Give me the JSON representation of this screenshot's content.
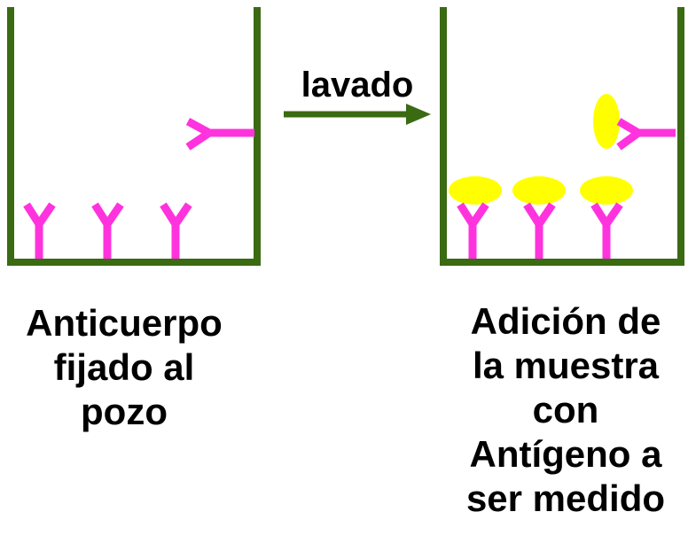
{
  "arrow": {
    "label": "lavado"
  },
  "wells": {
    "left": {
      "caption_lines": [
        "Anticuerpo",
        "fijado al",
        "pozo"
      ]
    },
    "right": {
      "caption_lines": [
        "Adición de",
        "la muestra",
        "con",
        "Antígeno a",
        "ser medido"
      ]
    }
  },
  "colors": {
    "well": "#3a6a12",
    "antibody": "#ff33dd",
    "antigen": "#ffff00",
    "arrow": "#3a6a12",
    "text": "#000000"
  }
}
